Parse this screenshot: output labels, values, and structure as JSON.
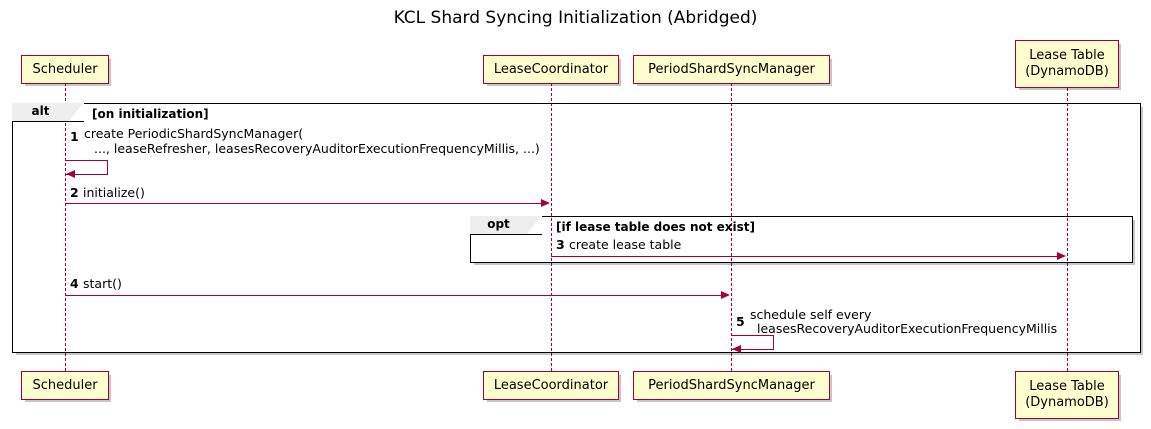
{
  "title": "KCL Shard Syncing Initialization (Abridged)",
  "colors": {
    "participant_fill": "#FEFECE",
    "participant_border": "#A80036",
    "arrow": "#A80036",
    "frame_border": "#000000",
    "frame_label_fill": "#EEEEEE",
    "background": "#FFFFFF"
  },
  "participants": [
    {
      "id": "scheduler",
      "lines": [
        "Scheduler"
      ]
    },
    {
      "id": "leasecoord",
      "lines": [
        "LeaseCoordinator"
      ]
    },
    {
      "id": "periodsync",
      "lines": [
        "PeriodShardSyncManager"
      ]
    },
    {
      "id": "leasetable",
      "lines": [
        "Lease Table",
        "(DynamoDB)"
      ]
    }
  ],
  "fragments": [
    {
      "id": "alt",
      "operator": "alt",
      "condition": "[on initialization]"
    },
    {
      "id": "opt",
      "operator": "opt",
      "condition": "[if lease table does not exist]"
    }
  ],
  "messages": [
    {
      "num": "1",
      "from": "scheduler",
      "to": "scheduler",
      "self": true,
      "lines": [
        "create PeriodicShardSyncManager(",
        "..., leaseRefresher, leasesRecoveryAuditorExecutionFrequencyMillis, ...)"
      ]
    },
    {
      "num": "2",
      "from": "scheduler",
      "to": "leasecoord",
      "self": false,
      "lines": [
        "initialize()"
      ]
    },
    {
      "num": "3",
      "from": "leasecoord",
      "to": "leasetable",
      "self": false,
      "lines": [
        "create lease table"
      ]
    },
    {
      "num": "4",
      "from": "scheduler",
      "to": "periodsync",
      "self": false,
      "lines": [
        "start()"
      ]
    },
    {
      "num": "5",
      "from": "periodsync",
      "to": "periodsync",
      "self": true,
      "lines": [
        "schedule self every",
        "leasesRecoveryAuditorExecutionFrequencyMillis"
      ]
    }
  ]
}
